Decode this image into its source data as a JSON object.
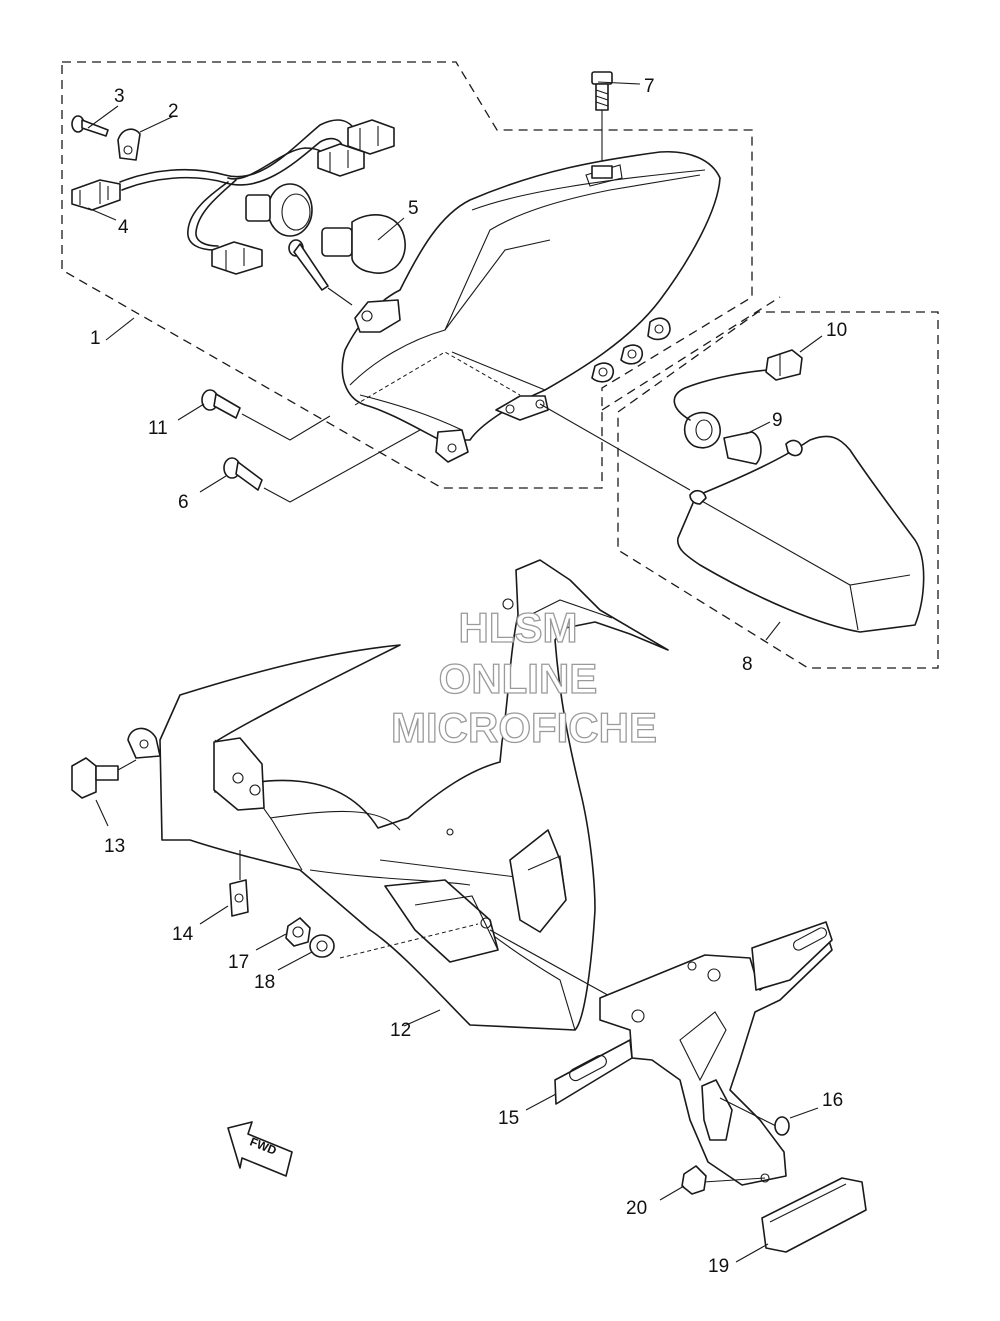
{
  "callouts": [
    "1",
    "2",
    "3",
    "4",
    "5",
    "6",
    "7",
    "8",
    "9",
    "10",
    "11",
    "12",
    "13",
    "14",
    "15",
    "16",
    "17",
    "18",
    "19",
    "20"
  ],
  "watermark": {
    "line1": "HLSM",
    "line2": "ONLINE",
    "line3": "MICROFICHE"
  },
  "direction_arrow": {
    "label": "FWD"
  }
}
